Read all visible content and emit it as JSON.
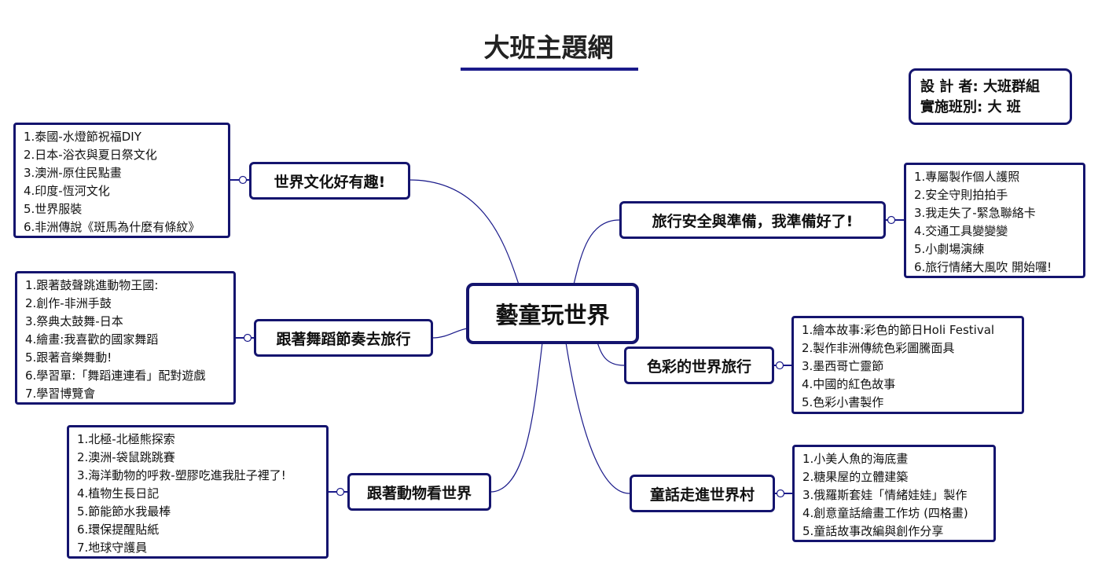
{
  "title": "大班主題網",
  "info": {
    "designer": "設 計 者:  大班群組",
    "class": "實施班別: 大    班"
  },
  "center": "藝童玩世界",
  "branches": [
    {
      "label": "世界文化好有趣!",
      "items": [
        "1.泰國-水燈節祝福DIY",
        "2.日本-浴衣與夏日祭文化",
        "3.澳洲-原住民點畫",
        "4.印度-恆河文化",
        "5.世界服裝",
        "6.非洲傳說《斑馬為什麼有條紋》"
      ]
    },
    {
      "label": "跟著舞蹈節奏去旅行",
      "items": [
        "1.跟著鼓聲跳進動物王國:",
        "2.創作-非洲手鼓",
        "3.祭典太鼓舞-日本",
        "4.繪畫:我喜歡的國家舞蹈",
        "5.跟著音樂舞動!",
        "6.學習單:「舞蹈連連看」配對遊戲",
        "7.學習博覽會"
      ]
    },
    {
      "label": "跟著動物看世界",
      "items": [
        "1.北極-北極熊探索",
        "2.澳洲-袋鼠跳跳賽",
        "3.海洋動物的呼救-塑膠吃進我肚子裡了!",
        "4.植物生長日記",
        "5.節能節水我最棒",
        "6.環保提醒貼紙",
        "7.地球守護員"
      ]
    },
    {
      "label": "旅行安全與準備，我準備好了!",
      "items": [
        "1.專屬製作個人護照",
        "2.安全守則拍拍手",
        "3.我走失了-緊急聯絡卡",
        "4.交通工具變變變",
        "5.小劇場演練",
        "6.旅行情緒大風吹 開始囉!"
      ]
    },
    {
      "label": "色彩的世界旅行",
      "items": [
        "1.繪本故事:彩色的節日Holi Festival",
        "2.製作非洲傳統色彩圖騰面具",
        "3.墨西哥亡靈節",
        "4.中國的紅色故事",
        "5.色彩小書製作"
      ]
    },
    {
      "label": "童話走進世界村",
      "items": [
        "1.小美人魚的海底畫",
        "2.糖果屋的立體建築",
        "3.俄羅斯套娃「情緒娃娃」製作",
        "4.創意童話繪畫工作坊 (四格畫)",
        "5.童話故事改編與創作分享"
      ]
    }
  ],
  "colors": {
    "border": "#14146e",
    "line": "#1a1a8a"
  }
}
